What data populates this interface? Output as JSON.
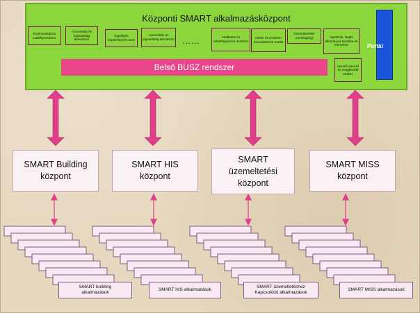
{
  "central": {
    "title": "Központi SMART alkalmazásközpont",
    "modules": [
      "Kommunikációs szabályrendszer",
      "Azonosítás és jogosultság alrendszer",
      "Egységes bejelentkezés SSO",
      "Azonosítás és jogosultság alrendszer",
      "Adatbázis és adatintegrációs rendszer",
      "Admin és rendszer menedzsment modul",
      "Üzenetkezelés (messaging)",
      "Naplózás, Napló állományok tárolása és elemzése",
      "Vezetői elemző és megjelenítő eszköz"
    ],
    "dots": "……",
    "bus": "Belső BUSZ rendszer",
    "portal": "Portál"
  },
  "centers": [
    {
      "line1": "SMART Building",
      "line2": "központ"
    },
    {
      "line1": "SMART HIS",
      "line2": "központ"
    },
    {
      "line1": "SMART",
      "line2": "üzemeltetési",
      "line3": "központ"
    },
    {
      "line1": "SMART MISS",
      "line2": "központ"
    }
  ],
  "apps": [
    {
      "line1": "SMART building",
      "line2": "alkalmazások"
    },
    {
      "line1": "SMART HIS alkalmazások"
    },
    {
      "line1": "SMART üzemeltetéshez",
      "line2": "Kapcsolódó  alkalmazások"
    },
    {
      "line1": "SMART MISS alkalmazások"
    }
  ],
  "colors": {
    "central_bg": "#8bd63c",
    "bus": "#e9468a",
    "portal": "#1a54d8",
    "arrow": "#e0408a",
    "stack_border": "#7c5a86"
  }
}
